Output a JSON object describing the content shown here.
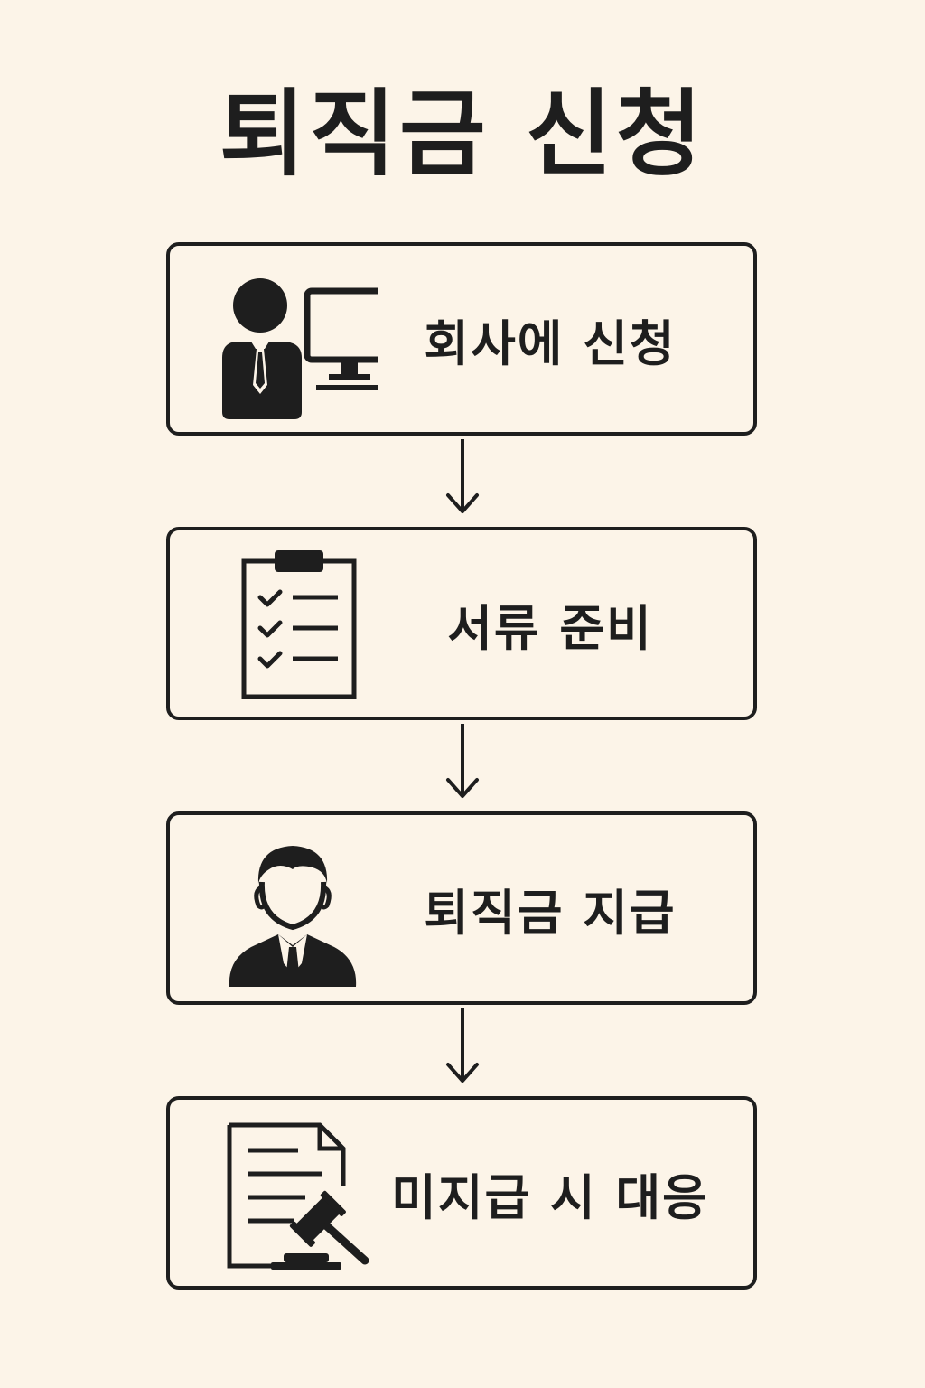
{
  "title": "퇴직금 신청",
  "steps": [
    {
      "label": "회사에 신청",
      "icon": "employee-computer-icon"
    },
    {
      "label": "서류 준비",
      "icon": "checklist-clipboard-icon"
    },
    {
      "label": "퇴직금 지급",
      "icon": "businessman-icon"
    },
    {
      "label": "미지급 시 대응",
      "icon": "legal-document-gavel-icon"
    }
  ],
  "colors": {
    "background": "#fcf4e8",
    "ink": "#1e1e1e"
  }
}
